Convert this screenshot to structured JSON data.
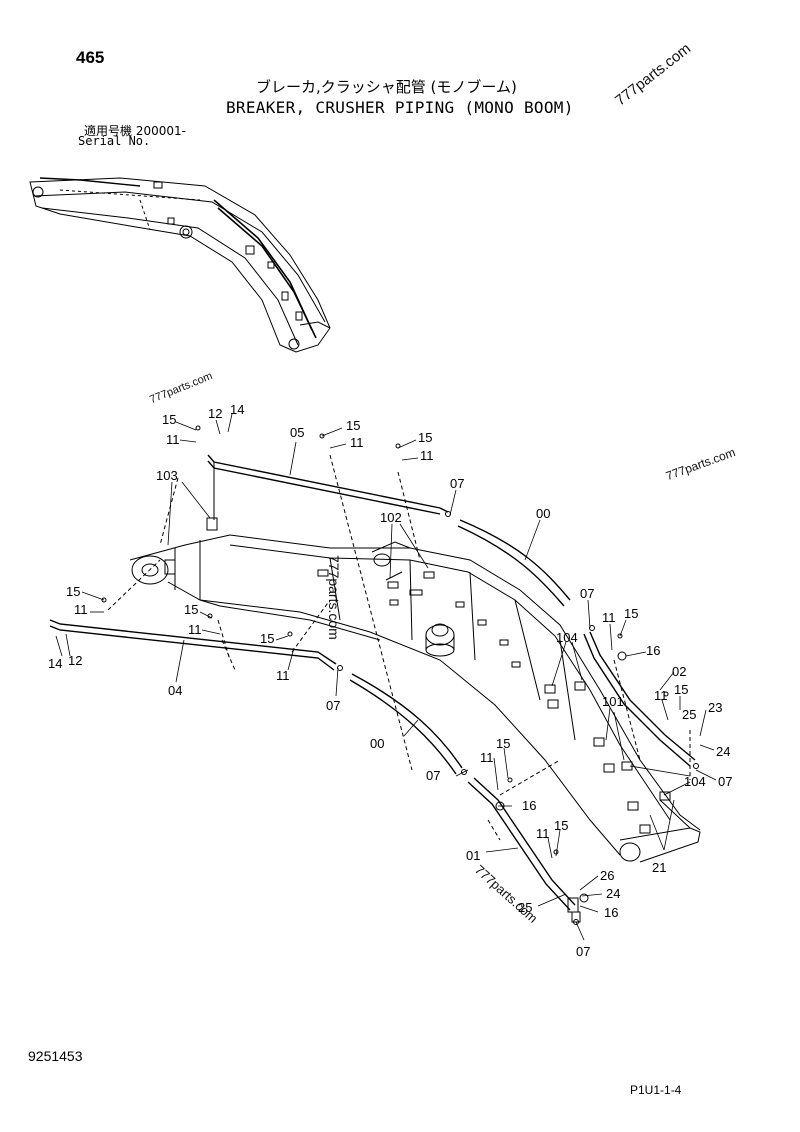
{
  "header": {
    "page_number": "465",
    "title_jp": "ブレーカ,クラッシャ配管 (モノブーム)",
    "title_en": "BREAKER, CRUSHER PIPING (MONO BOOM)",
    "serial_jp": "適用号機  200001-",
    "serial_en": "Serial No."
  },
  "watermarks": [
    "777parts.com",
    "777parts.com",
    "777parts.com",
    "777parts.com",
    "777parts.com"
  ],
  "callouts": [
    "15",
    "12",
    "14",
    "11",
    "05",
    "15",
    "11",
    "15",
    "11",
    "07",
    "00",
    "103",
    "102",
    "15",
    "11",
    "15",
    "11",
    "15",
    "14",
    "12",
    "04",
    "11",
    "07",
    "07",
    "11",
    "15",
    "16",
    "104",
    "02",
    "11",
    "15",
    "25",
    "23",
    "24",
    "101",
    "104",
    "07",
    "00",
    "11",
    "15",
    "07",
    "16",
    "11",
    "15",
    "01",
    "26",
    "24",
    "25",
    "16",
    "07",
    "21"
  ],
  "footer": {
    "doc_number": "9251453",
    "figure_code": "P1U1-1-4"
  }
}
